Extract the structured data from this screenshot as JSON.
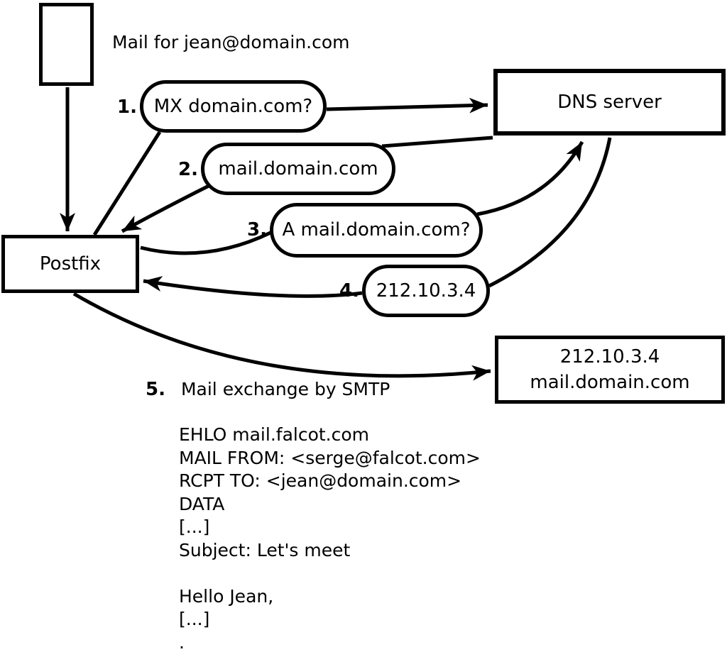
{
  "diagram": {
    "title": "Mail for jean@domain.com",
    "nodes": {
      "postfix": {
        "label": "Postfix"
      },
      "dns_server": {
        "label": "DNS server"
      },
      "target_server": {
        "line1": "212.10.3.4",
        "line2": "mail.domain.com"
      }
    },
    "steps": [
      {
        "num": "1.",
        "label": "MX domain.com?"
      },
      {
        "num": "2.",
        "label": "mail.domain.com"
      },
      {
        "num": "3.",
        "label": "A mail.domain.com?"
      },
      {
        "num": "4.",
        "label": "212.10.3.4"
      },
      {
        "num": "5.",
        "label": "Mail exchange by SMTP"
      }
    ],
    "smtp_session": {
      "lines": [
        "EHLO mail.falcot.com",
        "MAIL FROM: <serge@falcot.com>",
        "RCPT TO: <jean@domain.com>",
        "DATA",
        "[...]",
        "Subject: Let's meet",
        "",
        "Hello Jean,",
        "[...]",
        "."
      ]
    },
    "colors": {
      "stroke": "#000000",
      "background": "#ffffff"
    }
  }
}
